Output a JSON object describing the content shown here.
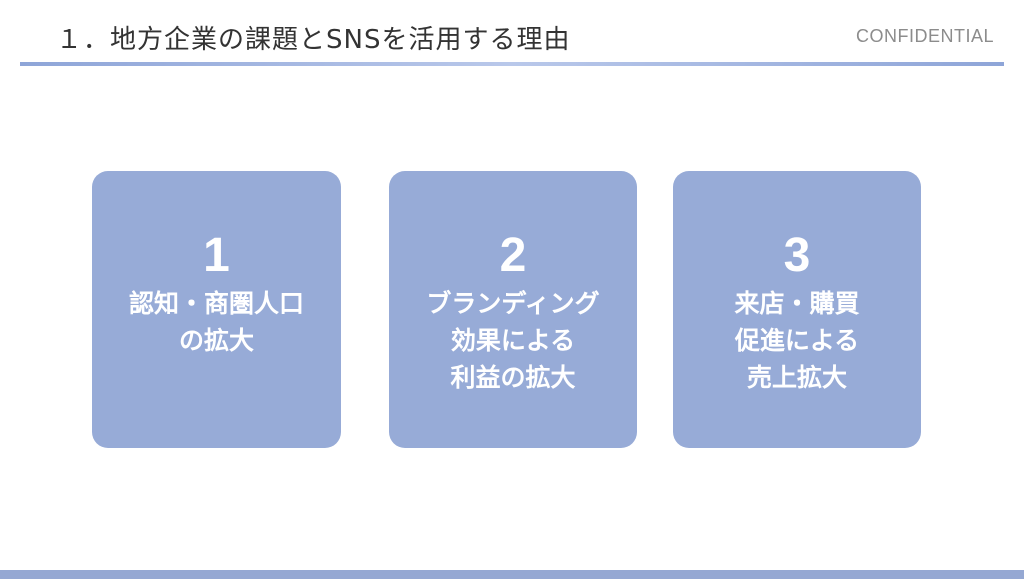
{
  "header": {
    "title": "１．地方企業の課題とSNSを活用する理由",
    "confidential": "CONFIDENTIAL"
  },
  "cards": [
    {
      "number": "1",
      "lines": [
        "認知・商圏人口",
        "の拡大"
      ]
    },
    {
      "number": "2",
      "lines": [
        "ブランディング",
        "効果による",
        "利益の拡大"
      ]
    },
    {
      "number": "3",
      "lines": [
        "来店・購買",
        "促進による",
        "売上拡大"
      ]
    }
  ],
  "colors": {
    "card": "#97abd7",
    "accent": "#8ea5d8",
    "bottom_bar": "#95a8d3"
  }
}
